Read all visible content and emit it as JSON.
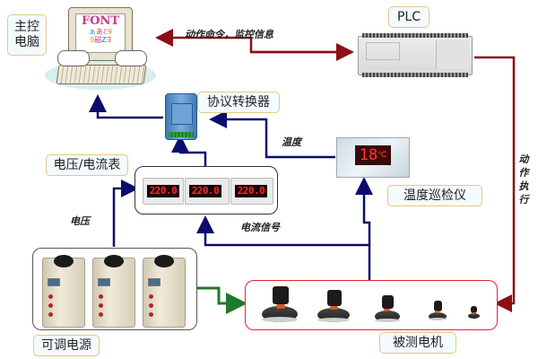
{
  "title": "电机测试系统结构图",
  "nodes": {
    "host_pc": {
      "label": "主控\n电脑",
      "label_line1": "主控",
      "label_line2": "电脑",
      "icon": "computer-icon",
      "screen_text": "FONT"
    },
    "plc": {
      "label": "PLC",
      "icon": "plc-device-icon"
    },
    "protocol_converter": {
      "label": "协议转换器",
      "icon": "protocol-converter-icon"
    },
    "temp_inspector": {
      "label": "温度巡检仪",
      "icon": "temperature-display-icon",
      "display_value": "18℃",
      "display_digits": "18",
      "display_unit": "℃"
    },
    "meters": {
      "label": "电压/电流表",
      "icon": "panel-meter-icon",
      "readings": [
        "220.0",
        "220.0",
        "220.0"
      ]
    },
    "power_supply": {
      "label": "可调电源",
      "icon": "voltage-regulator-icon",
      "unit_count": 3
    },
    "motors": {
      "label": "被测电机",
      "icon": "motor-icon",
      "unit_count": 5
    }
  },
  "connections": [
    {
      "from": "host_pc",
      "to": "plc",
      "label": "动作命令，监控信息",
      "color": "#8b0f14",
      "bidirectional": true
    },
    {
      "from": "protocol_converter",
      "to": "host_pc",
      "label": "",
      "color": "#0c0c6e"
    },
    {
      "from": "temp_inspector",
      "to": "protocol_converter",
      "label": "温度",
      "color": "#0c0c6e"
    },
    {
      "from": "meters",
      "to": "protocol_converter",
      "label": "",
      "color": "#0c0c6e"
    },
    {
      "from": "power_supply",
      "to": "meters",
      "label": "电压",
      "color": "#0c0c6e"
    },
    {
      "from": "motors",
      "to": "meters",
      "label": "电流信号",
      "color": "#0c0c6e"
    },
    {
      "from": "motors",
      "to": "temp_inspector",
      "label": "",
      "color": "#0c0c6e"
    },
    {
      "from": "power_supply",
      "to": "motors",
      "label": "",
      "color": "#1e7a2c"
    },
    {
      "from": "plc",
      "to": "motors",
      "label": "动作执行",
      "color": "#8b0f14"
    }
  ],
  "annotations": {
    "cmd_monitor": "动作命令，监控信息",
    "temperature": "温度",
    "voltage": "电压",
    "current_signal": "电流信号",
    "action_exec": "动作执行"
  },
  "colors": {
    "signal_blue": "#0c0c6e",
    "control_red": "#8b0f14",
    "power_green": "#1e7a2c",
    "motor_border": "#e5262b",
    "label_bg": "#f4fbff",
    "label_border": "#e2c986"
  }
}
